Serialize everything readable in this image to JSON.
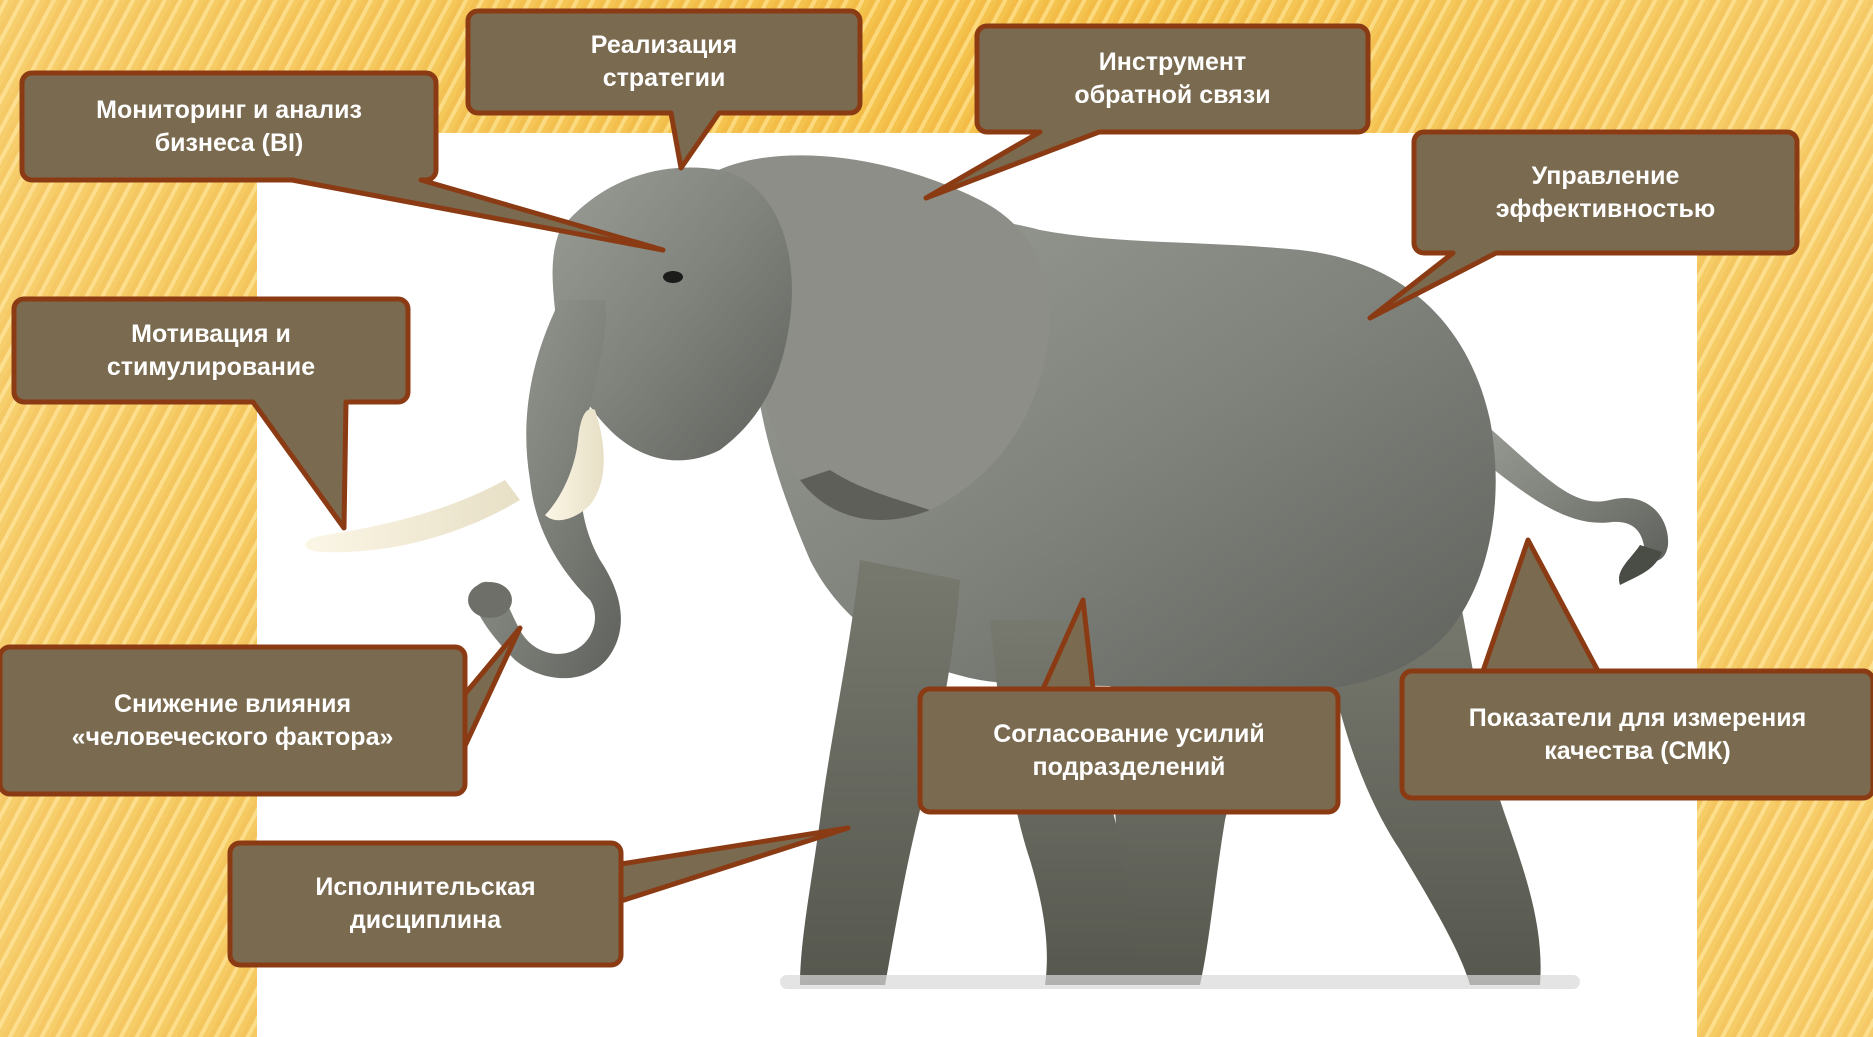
{
  "colors": {
    "callout_fill": "#7a6a4f",
    "callout_border": "#8b3b14",
    "callout_text": "#ffffff",
    "background": "#f3c04b",
    "elephant_body": "#7e8078"
  },
  "image": {
    "subject": "african-elephant"
  },
  "callouts": [
    {
      "id": "monitoring",
      "label": "Мониторинг и анализ\nбизнеса (BI)"
    },
    {
      "id": "strategy",
      "label": "Реализация\nстратегии"
    },
    {
      "id": "feedback",
      "label": "Инструмент\nобратной связи"
    },
    {
      "id": "performance",
      "label": "Управление\nэффективностью"
    },
    {
      "id": "motivation",
      "label": "Мотивация и\nстимулирование"
    },
    {
      "id": "human-factor",
      "label": "Снижение влияния\n«человеческого фактора»"
    },
    {
      "id": "coordination",
      "label": "Согласование усилий\nподразделений"
    },
    {
      "id": "quality",
      "label": "Показатели для измерения\nкачества (СМК)"
    },
    {
      "id": "discipline",
      "label": "Исполнительская\nдисциплина"
    }
  ]
}
